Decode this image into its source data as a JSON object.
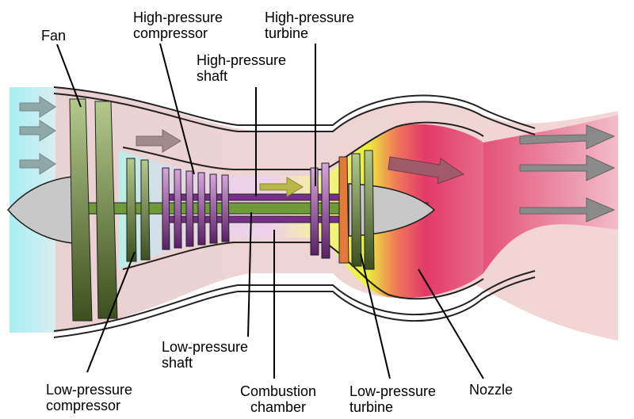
{
  "diagram": {
    "labels": {
      "fan": "Fan",
      "hp_compressor": "High-pressure\ncompressor",
      "hp_turbine": "High-pressure\nturbine",
      "hp_shaft": "High-pressure\nshaft",
      "lp_shaft": "Low-pressure\nshaft",
      "lp_compressor": "Low-pressure\ncompressor",
      "combustion": "Combustion\nchamber",
      "lp_turbine": "Low-pressure\nturbine",
      "nozzle": "Nozzle"
    },
    "colors": {
      "intake_air": "#a8eef4",
      "bypass_flow": "#e9c9c9",
      "casing_fill": "#e3c3c3",
      "core_compress": "#f1c8e6",
      "combustion": "#e8f23a",
      "exhaust": "#e33d6a",
      "lp_blades": "#6b8c3f",
      "hp_blades": "#9b4fa8",
      "shaft_low": "#5d8a2e",
      "shaft_high": "#7a2d8a",
      "spinner": "#c8c8c8",
      "arrow": "#8a8a8a"
    }
  }
}
